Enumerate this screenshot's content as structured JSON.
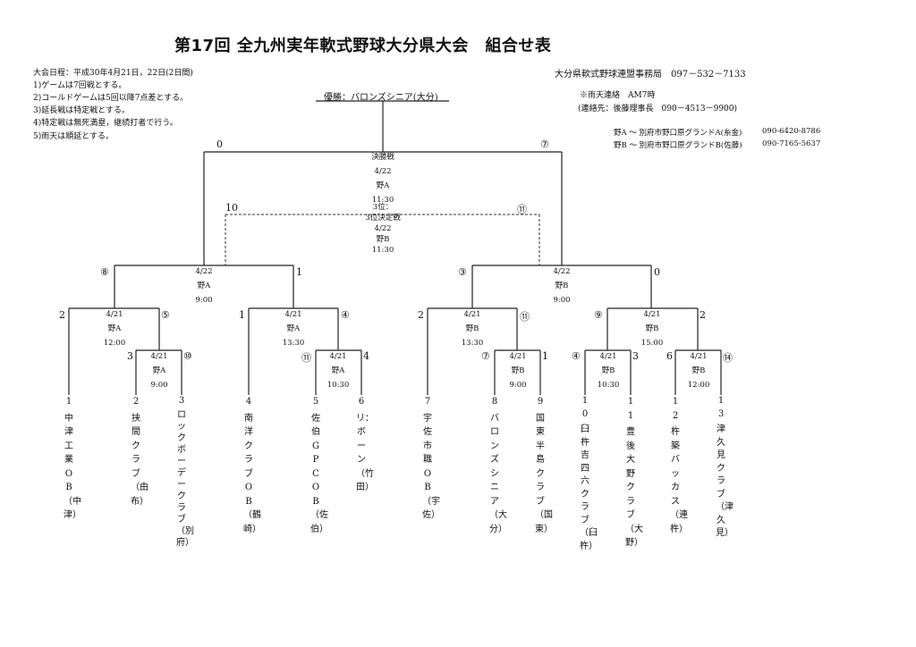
{
  "header": {
    "title": "第17回 全九州実年軟式野球大分県大会　組合せ表"
  },
  "rules": [
    "大会日程：平成30年4月21日，22日(2日間)",
    "1)ゲームは7回戦とする。",
    "2)コールドゲームは5回以降7点差とする。",
    "3)延長戦は特定戦とする。",
    "4)特定戦は無死満塁，継続打者で行う。",
    "5)雨天は順延とする。"
  ],
  "contact": {
    "office": "大分県軟式野球連盟事務局　097－532－7133",
    "rain_notice": "※雨天連絡　AM7時",
    "rain_contact": "(連絡先：後藤理事長　090－4513－9900)",
    "grounds": [
      {
        "text": "野A ～ 別府市野口原グランドA(糸金)",
        "tel": "090-6420-8786"
      },
      {
        "text": "野B ～ 別府市野口原グランドB(佐藤)",
        "tel": "090-7165-5637"
      }
    ]
  },
  "winner": "優勝：バロンズシニア(大分)",
  "final": {
    "label": "決勝戦",
    "date": "4/22",
    "venue": "野A",
    "time": "11:30",
    "score_left": "0",
    "score_right": "⑦"
  },
  "third_place": {
    "label1": "3位：",
    "label2": "3位決定戦",
    "date": "4/22",
    "venue": "野B",
    "time": "11:30",
    "score_left": "10",
    "score_right": "⑪"
  },
  "semis": [
    {
      "date": "4/22",
      "venue": "野A",
      "time": "9:00",
      "score_left": "⑧",
      "score_right": "1"
    },
    {
      "date": "4/22",
      "venue": "野B",
      "time": "9:00",
      "score_left": "③",
      "score_right": "0"
    }
  ],
  "quarters": [
    {
      "date": "4/21",
      "venue": "野A",
      "time": "12:00",
      "score_left": "2",
      "score_right": "⑤"
    },
    {
      "date": "4/21",
      "venue": "野A",
      "time": "13:30",
      "score_left": "1",
      "score_right": "④"
    },
    {
      "date": "4/21",
      "venue": "野B",
      "time": "13:30",
      "score_left": "2",
      "score_right": "⑪"
    },
    {
      "date": "4/21",
      "venue": "野B",
      "time": "15:00",
      "score_left": "⑨",
      "score_right": "2"
    }
  ],
  "first_round": [
    {
      "date": "4/21",
      "venue": "野A",
      "time": "9:00",
      "score_left": "3",
      "score_right": "⑩"
    },
    {
      "date": "4/21",
      "venue": "野A",
      "time": "10:30",
      "score_left": "⑪",
      "score_right": "4"
    },
    {
      "date": "4/21",
      "venue": "野B",
      "time": "9:00",
      "score_left": "⑦",
      "score_right": "1"
    },
    {
      "date": "4/21",
      "venue": "野B",
      "time": "10:30",
      "score_left": "④",
      "score_right": "3"
    },
    {
      "date": "4/21",
      "venue": "野B",
      "time": "12:00",
      "score_left": "6",
      "score_right": "⑭"
    }
  ],
  "teams": [
    {
      "no": "1",
      "name": "中津工業OB（中津）"
    },
    {
      "no": "2",
      "name": "挟間クラブ（由布）"
    },
    {
      "no": "3",
      "name": "ロックボーデークラブ（別府）"
    },
    {
      "no": "4",
      "name": "南洋クラブOB（鶴崎）"
    },
    {
      "no": "5",
      "name": "佐伯GPC OB（佐伯）"
    },
    {
      "no": "6",
      "name": "リ：ボーン（竹田）"
    },
    {
      "no": "7",
      "name": "宇佐市職OB（宇佐）"
    },
    {
      "no": "8",
      "name": "バロンズシニア（大分）"
    },
    {
      "no": "9",
      "name": "国東半島クラブ（国東）"
    },
    {
      "no": "10",
      "name": "臼杵吉四六クラブ（臼杵）"
    },
    {
      "no": "11",
      "name": "豊後大野クラブ（大野）"
    },
    {
      "no": "12",
      "name": "杵築バッカス（連杵）"
    },
    {
      "no": "13",
      "name": "津久見クラブ（津久見）"
    }
  ]
}
